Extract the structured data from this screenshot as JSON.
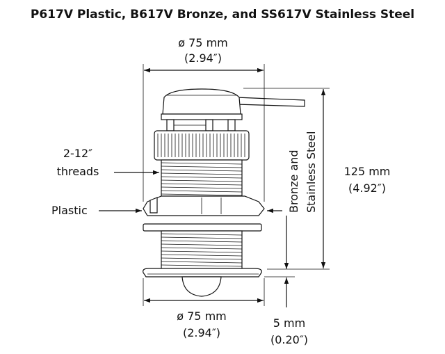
{
  "title": "P617V Plastic, B617V Bronze, and SS617V Stainless Steel",
  "labels": {
    "top_diameter_mm": "ø 75 mm",
    "top_diameter_in": "(2.94″)",
    "threads_line1": "2-12″",
    "threads_line2": "threads",
    "plastic": "Plastic",
    "bronze_line1": "Bronze and",
    "bronze_line2": "Stainless Steel",
    "height_mm": "125 mm",
    "height_in": "(4.92″)",
    "bottom_diameter_mm": "ø 75 mm",
    "bottom_diameter_in": "(2.94″)",
    "flange_mm": "5 mm",
    "flange_in": "(0.20″)"
  },
  "colors": {
    "line": "#111111",
    "background": "#ffffff"
  }
}
